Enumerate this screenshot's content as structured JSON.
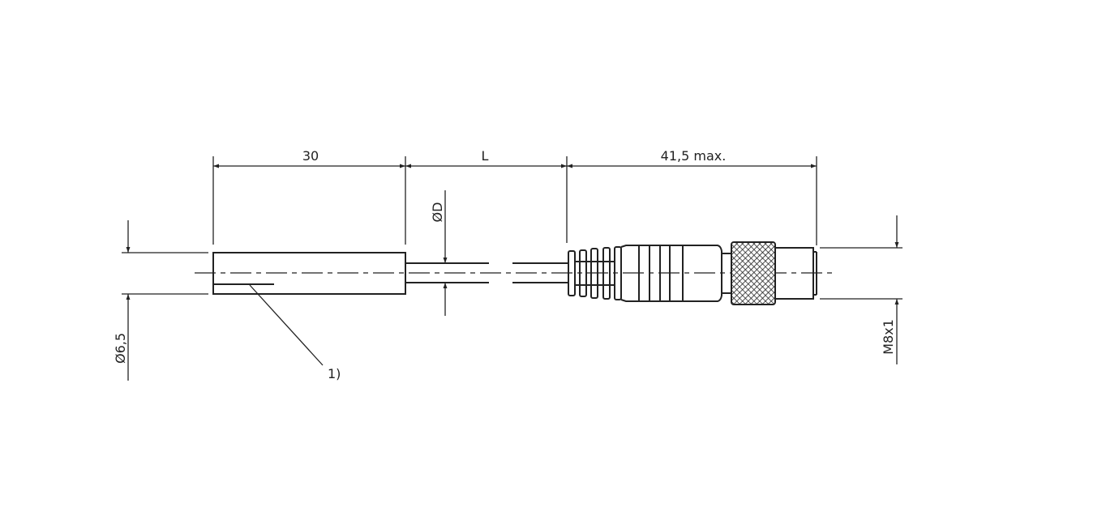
{
  "dimensions": {
    "sensor_length": "30",
    "cable_length": "L",
    "connector_length": "41,5 max.",
    "cable_diameter": "ØD",
    "sensor_diameter": "Ø6,5",
    "thread": "M8x1"
  },
  "callouts": {
    "note_1": "1)"
  },
  "colors": {
    "line": "#222222",
    "background": "#ffffff"
  }
}
